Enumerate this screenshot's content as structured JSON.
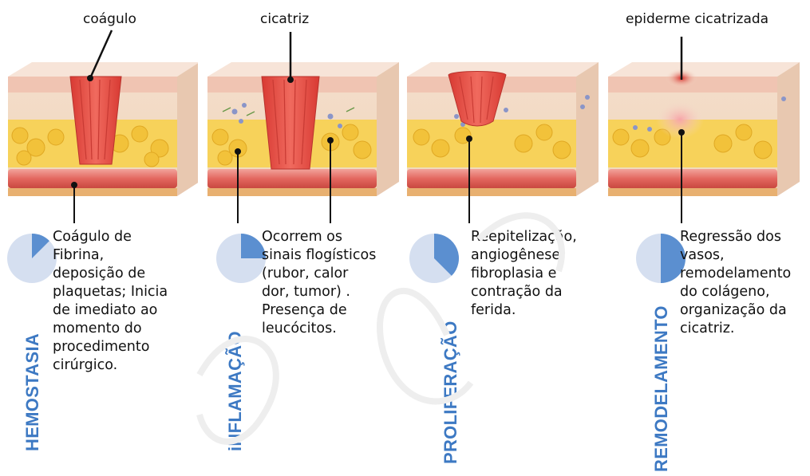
{
  "stages": [
    {
      "top_label": "coágulo",
      "description": "Coágulo de\nFibrina,\ndeposição de\nplaquetas; Inicia\nde imediato ao\nmomento do\nprocedimento\ncirúrgico.",
      "phase": "HEMOSTASIA",
      "progress": 0.125
    },
    {
      "top_label": "cicatriz",
      "description": "Ocorrem os\nsinais flogísticos\n(rubor, calor\ndor, tumor) .\nPresença de\nleucócitos.",
      "phase": "iNFLAMAÇÃO",
      "progress": 0.25
    },
    {
      "top_label": "",
      "description": "Reepitelização,\nangiogênese,\nfibroplasia e\ncontração da\nferida.",
      "phase": "PROLIFERAÇÃO",
      "progress": 0.375
    },
    {
      "top_label": "epiderme cicatrizada",
      "description": "Regressão dos\nvasos,\nremodelamento\ndo colágeno,\norganização da\ncicatriz.",
      "phase": "REMODELAMENTO",
      "progress": 0.5
    }
  ],
  "colors": {
    "phase_text": "#3d79c3",
    "pie_fill": "#5b8fd0",
    "pie_track": "#d5dff0",
    "wound": "#e0453c",
    "skin_top": "#f3d6c6",
    "fat": "#f2c23a",
    "vessel": "#e3675f"
  }
}
